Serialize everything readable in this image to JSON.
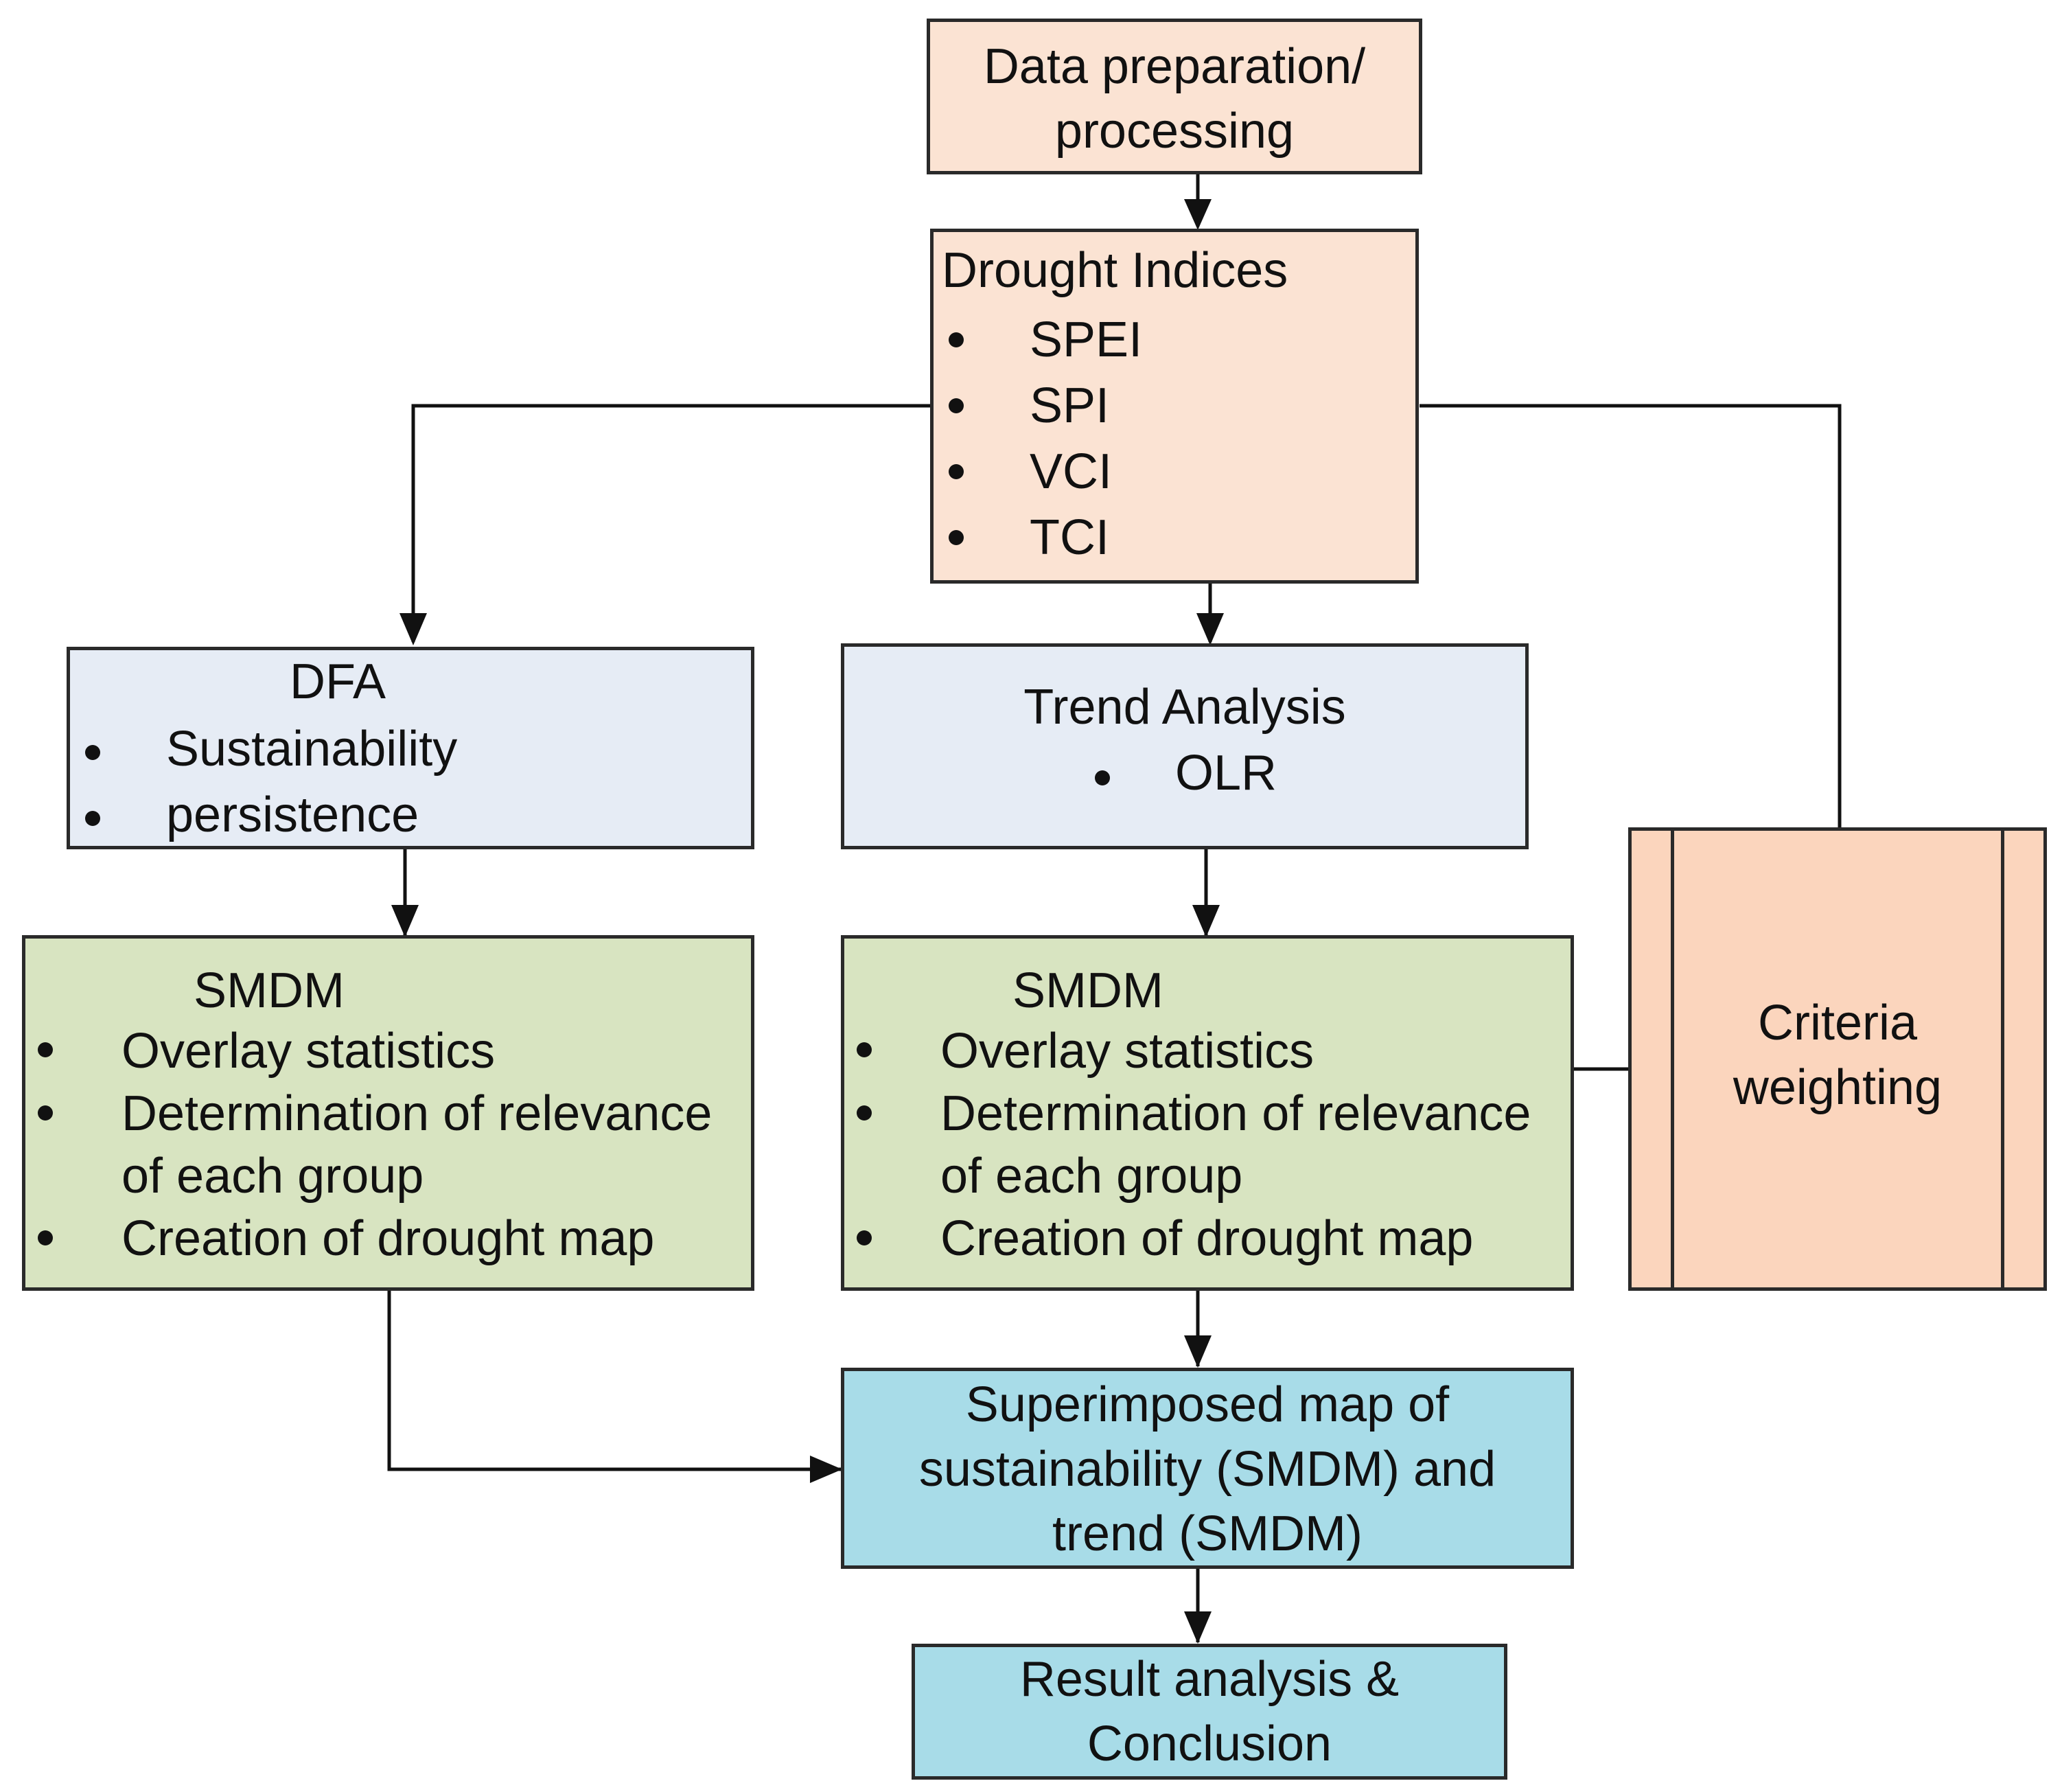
{
  "colors": {
    "stroke": "#2a2a2a",
    "peach": "#fbe3d3",
    "peach_strong": "#fbd5bd",
    "light_blue": "#e6ecf5",
    "green": "#d8e4c1",
    "cyan": "#a8dce8"
  },
  "nodes": {
    "data_prep": {
      "lines": [
        "Data preparation/",
        "processing"
      ]
    },
    "drought_indices": {
      "title": "Drought Indices",
      "items": [
        "SPEI",
        "SPI",
        "VCI",
        "TCI"
      ]
    },
    "dfa": {
      "title": "DFA",
      "items": [
        "Sustainability",
        "persistence"
      ]
    },
    "trend": {
      "title": "Trend Analysis",
      "items": [
        "OLR"
      ]
    },
    "smdm_left": {
      "title": "SMDM",
      "items": [
        "Overlay statistics",
        "Determination of relevance",
        "of each group",
        "Creation of drought map"
      ]
    },
    "smdm_right": {
      "title": "SMDM",
      "items": [
        "Overlay statistics",
        "Determination of relevance",
        "of each group",
        "Creation of drought map"
      ]
    },
    "criteria": {
      "lines": [
        "Criteria",
        "weighting"
      ]
    },
    "superimposed": {
      "lines": [
        "Superimposed map of",
        "sustainability (SMDM) and",
        "trend (SMDM)"
      ]
    },
    "result": {
      "lines": [
        "Result analysis &",
        "Conclusion"
      ]
    }
  }
}
